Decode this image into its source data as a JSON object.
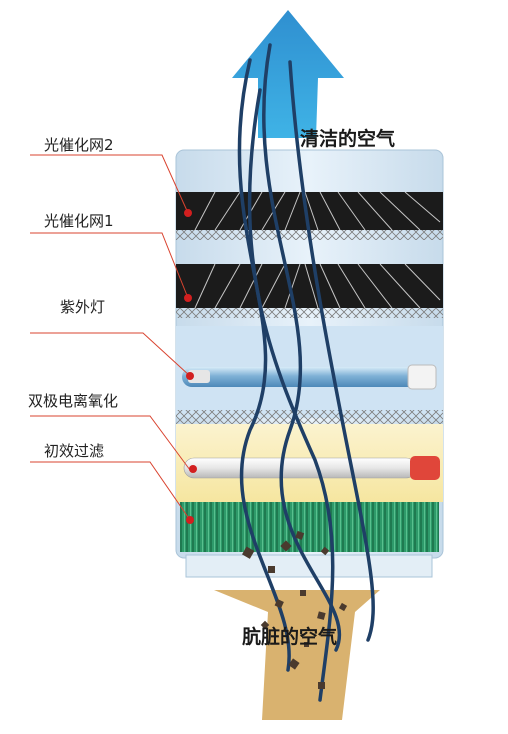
{
  "diagram": {
    "labels": {
      "photocatalyst_2": "光催化网2",
      "photocatalyst_1": "光催化网1",
      "uv_lamp": "紫外灯",
      "bipolar_ionization": "双极电离氧化",
      "primary_filter": "初效过滤"
    },
    "clean_air": "清洁的空气",
    "dirty_air": "肮脏的空气",
    "colors": {
      "clean_arrow": "#2a9bd6",
      "dirty_stream": "#d9b26f",
      "airflow_line": "#1f3f66",
      "filter_green": "#2e9a6a",
      "catalyst_black": "#1b1b1b",
      "leader_line": "#d9432f",
      "marker_dot": "#d21f1f"
    }
  }
}
